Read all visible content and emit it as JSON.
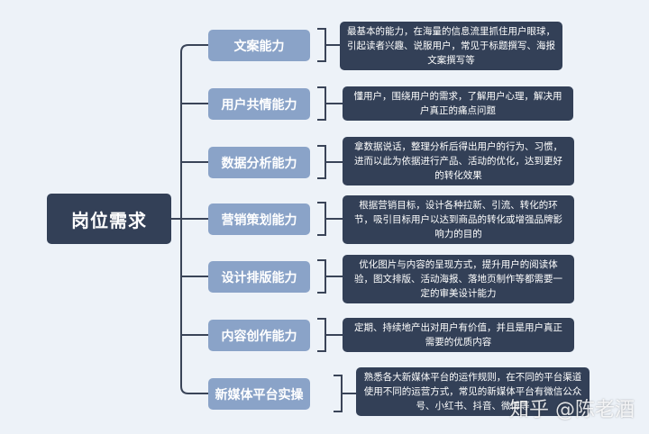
{
  "root": {
    "label": "岗位需求"
  },
  "branches": [
    {
      "label": "文案能力",
      "detail": "最基本的能力，在海量的信息流里抓住用户眼球，引起读者兴趣、说服用户，常见于标题撰写、海报文案撰写等"
    },
    {
      "label": "用户共情能力",
      "detail": "懂用户，围绕用户的需求，了解用户心理，解决用户真正的痛点问题"
    },
    {
      "label": "数据分析能力",
      "detail": "拿数据说话，整理分析后得出用户的行为、习惯，进而以此为依据进行产品、活动的优化，达到更好的转化效果"
    },
    {
      "label": "营销策划能力",
      "detail": "根据营销目标，设计各种拉新、引流、转化的环节，吸引目标用户以达到商品的转化或增强品牌影响力的目的"
    },
    {
      "label": "设计排版能力",
      "detail": "优化图片与内容的呈现方式，提升用户的阅读体验，图文排版、活动海报、落地页制作等都需要一定的审美设计能力"
    },
    {
      "label": "内容创作能力",
      "detail": "定期、持续地产出对用户有价值，并且是用户真正需要的优质内容"
    },
    {
      "label": "新媒体平台实操",
      "detail": "熟悉各大新媒体平台的运作规则，在不同的平台渠道使用不同的运营方式，常见的新媒体平台有微信公众号、小红书、抖音、微博等"
    }
  ],
  "watermark": "知乎 @陈老酒",
  "colors": {
    "background": "#edf2f8",
    "dark_node": "#334057",
    "branch_node": "#8aa3c8",
    "line": "#3a4458"
  }
}
